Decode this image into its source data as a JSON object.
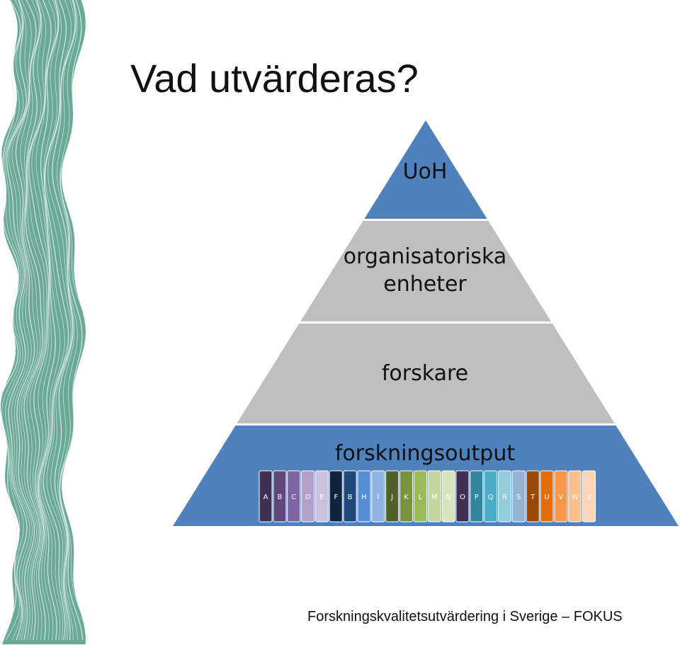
{
  "slide": {
    "title": "Vad utvärderas?",
    "footer": "Forskningskvalitetsutvärdering i Sverige – FOKUS"
  },
  "pyramid": {
    "tiers": [
      {
        "lines": [
          "UoH"
        ],
        "color": "#4f81bd"
      },
      {
        "lines": [
          "organisatoriska",
          "enheter"
        ],
        "color": "#bfbfbf"
      },
      {
        "lines": [
          "forskare"
        ],
        "color": "#bfbfbf"
      },
      {
        "lines": [
          "forskningsoutput"
        ],
        "color": "#4f81bd"
      }
    ],
    "swatches": [
      {
        "letter": "A",
        "color": "#403152"
      },
      {
        "letter": "B",
        "color": "#5f497a"
      },
      {
        "letter": "C",
        "color": "#8064a2"
      },
      {
        "letter": "D",
        "color": "#b2a1c7"
      },
      {
        "letter": "E",
        "color": "#ccc1da"
      },
      {
        "letter": "F",
        "color": "#0f243e"
      },
      {
        "letter": "B",
        "color": "#1f497d"
      },
      {
        "letter": "H",
        "color": "#558ed5"
      },
      {
        "letter": "I",
        "color": "#8eb4e3"
      },
      {
        "letter": "J",
        "color": "#4f6228"
      },
      {
        "letter": "K",
        "color": "#77933c"
      },
      {
        "letter": "L",
        "color": "#9bbb59"
      },
      {
        "letter": "M",
        "color": "#c3d69b"
      },
      {
        "letter": "N",
        "color": "#d7e4bd"
      },
      {
        "letter": "O",
        "color": "#403152"
      },
      {
        "letter": "P",
        "color": "#31859c"
      },
      {
        "letter": "Q",
        "color": "#4bacc6"
      },
      {
        "letter": "R",
        "color": "#93cddd"
      },
      {
        "letter": "S",
        "color": "#95b3d7"
      },
      {
        "letter": "T",
        "color": "#984807"
      },
      {
        "letter": "U",
        "color": "#e46c0a"
      },
      {
        "letter": "V",
        "color": "#f79646"
      },
      {
        "letter": "W",
        "color": "#fac090"
      },
      {
        "letter": "X",
        "color": "#fcd5b5"
      }
    ]
  },
  "decor": {
    "stripe_base": "#6aa897",
    "stripe_line": "#e8f2ee"
  }
}
